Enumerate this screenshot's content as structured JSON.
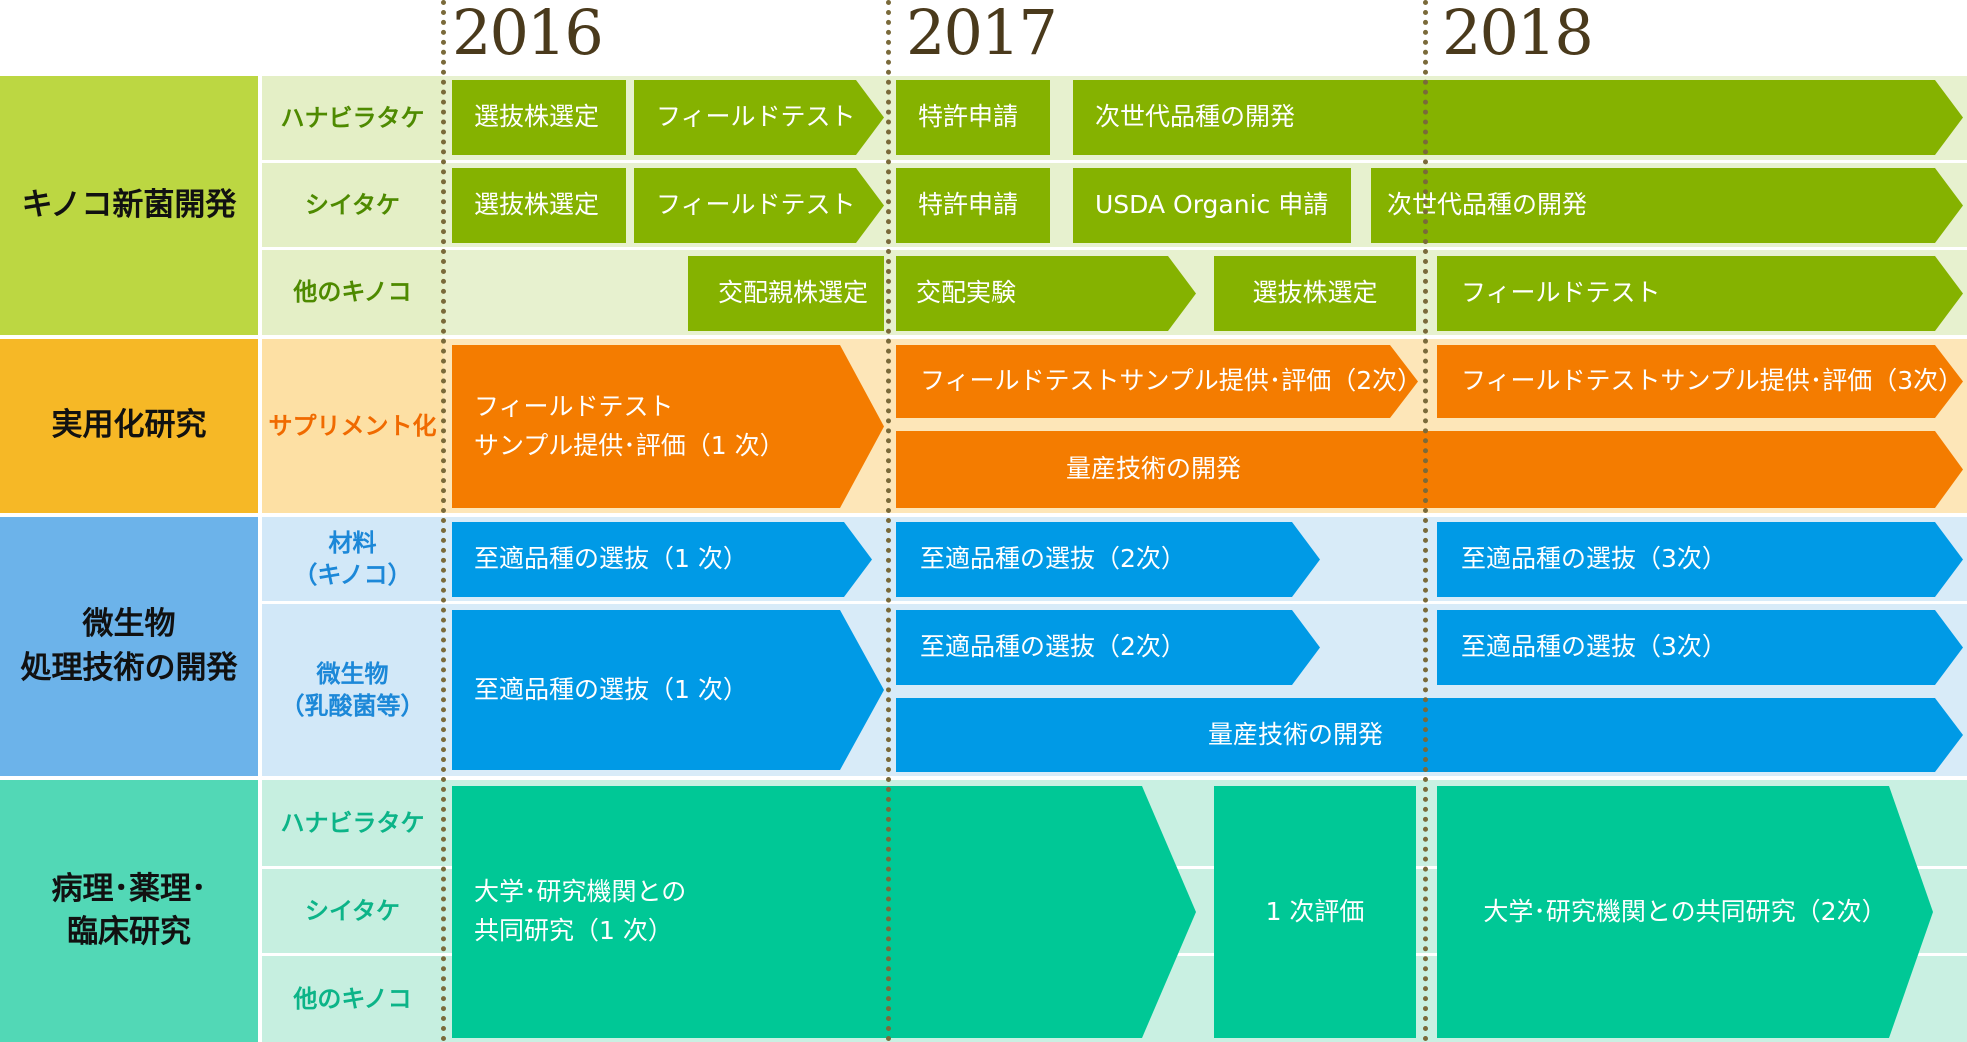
{
  "years": [
    "2016",
    "2017",
    "2018"
  ],
  "colors": {
    "green_bar": "#85b200",
    "green_cat": "#bcd742",
    "green_sub": "#e4efc6",
    "green_band": "#e7f1cf",
    "green_text": "#4e8a00",
    "orange_bar": "#f47c00",
    "orange_cat": "#f6b826",
    "orange_sub": "#fde0a4",
    "orange_band": "#fde6b8",
    "orange_text": "#f06a00",
    "blue_bar": "#009ae6",
    "blue_cat": "#6cb3ea",
    "blue_sub": "#d2e8f8",
    "blue_band": "#d8ebf8",
    "blue_text": "#1c88d8",
    "teal_bar": "#00c896",
    "teal_cat": "#52d8b6",
    "teal_sub": "#c6efe0",
    "teal_band": "#c9f0e2",
    "teal_text": "#0cb488",
    "timeline_dots": "#7a6a3a",
    "year_text": "#4a3a1c"
  },
  "sections": {
    "mushroom": {
      "title": "キノコ新菌開発",
      "rows": [
        "ハナビラタケ",
        "シイタケ",
        "他のキノコ"
      ],
      "bars": {
        "r1_select": "選抜株選定",
        "r1_field": "フィールドテスト",
        "r1_patent": "特許申請",
        "r1_next": "次世代品種の開発",
        "r2_select": "選抜株選定",
        "r2_field": "フィールドテスト",
        "r2_patent": "特許申請",
        "r2_usda": "USDA Organic 申請",
        "r2_next": "次世代品種の開発",
        "r3_parent": "交配親株選定",
        "r3_cross": "交配実験",
        "r3_select": "選抜株選定",
        "r3_field": "フィールドテスト"
      }
    },
    "practical": {
      "title": "実用化研究",
      "rows": [
        "サプリメント化"
      ],
      "bars": {
        "sample1": "フィールドテスト\nサンプル提供･評価（1 次）",
        "sample2": "フィールドテストサンプル提供･評価（2次）",
        "sample3": "フィールドテストサンプル提供･評価（3次）",
        "mass": "量産技術の開発"
      }
    },
    "microbe": {
      "title": "微生物\n処理技術の開発",
      "rows": [
        "材料\n（キノコ）",
        "微生物\n（乳酸菌等）"
      ],
      "bars": {
        "mat1": "至適品種の選抜（1 次）",
        "mat2": "至適品種の選抜（2次）",
        "mat3": "至適品種の選抜（3次）",
        "mic1": "至適品種の選抜（1 次）",
        "mic2": "至適品種の選抜（2次）",
        "mic3": "至適品種の選抜（3次）",
        "mass": "量産技術の開発"
      }
    },
    "clinical": {
      "title": "病理･薬理･\n臨床研究",
      "rows": [
        "ハナビラタケ",
        "シイタケ",
        "他のキノコ"
      ],
      "bars": {
        "joint1": "大学･研究機関との\n共同研究（1 次）",
        "eval": "1 次評価",
        "joint2": "大学･研究機関との共同研究（2次）"
      }
    }
  }
}
